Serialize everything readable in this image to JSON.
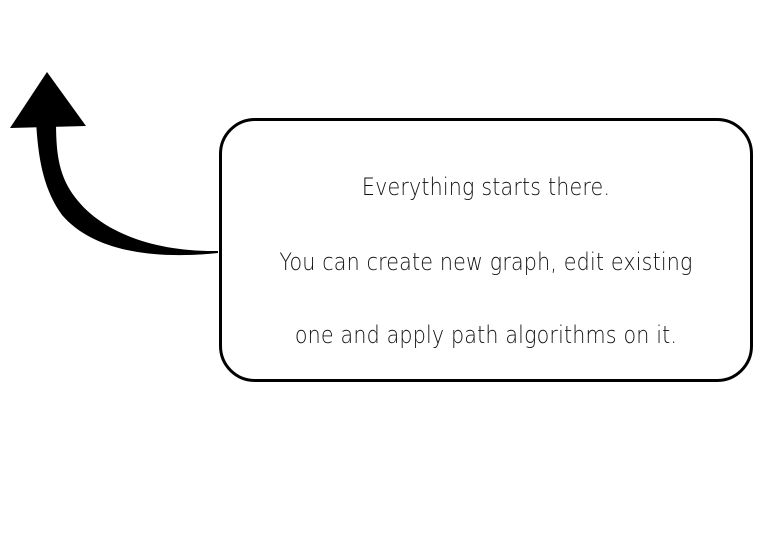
{
  "tutorial": {
    "lines": [
      "Everything starts there.",
      "You can create new graph, edit existing",
      "one and apply path algorithms on it."
    ],
    "icon": "curved-arrow-up-left",
    "colors": {
      "background": "#ffffff",
      "ink": "#000000"
    }
  }
}
